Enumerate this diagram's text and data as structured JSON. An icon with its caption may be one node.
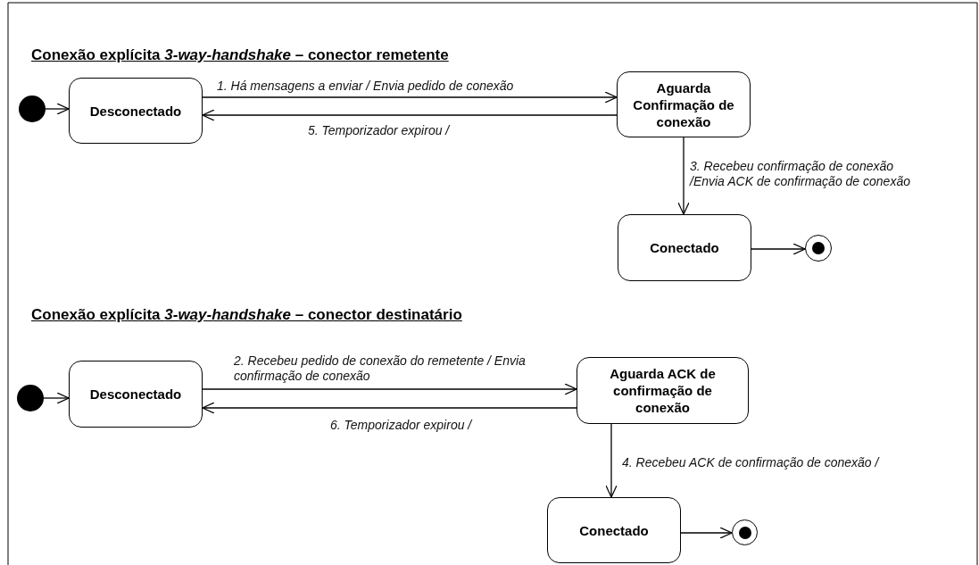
{
  "diagram": {
    "nodes": [
      {
        "text": [],
        "shape": "circle"
      },
      {
        "text": [
          "Desconectado"
        ]
      },
      {
        "text": [
          "Aguarda Confirmação de conexão"
        ]
      },
      {
        "text": [
          "Conectado"
        ]
      },
      {
        "text": [],
        "shape": "bullseye"
      },
      {
        "text": [],
        "shape": "circle"
      },
      {
        "text": [
          "Desconectado"
        ]
      },
      {
        "text": [
          "Aguarda ACK de confirmação de conexão"
        ]
      },
      {
        "text": [
          "Conectado"
        ]
      },
      {
        "text": [],
        "shape": "bullseye"
      }
    ],
    "edges": [
      {
        "from": 0,
        "to": 1,
        "arrow": "to"
      },
      {
        "from": 1,
        "to": 2,
        "arrow": "to",
        "label": "1. Há mensagens a enviar / Envia pedido de conexão"
      },
      {
        "from": 2,
        "to": 1,
        "arrow": "to",
        "label": "5. Temporizador expirou /"
      },
      {
        "from": 2,
        "to": 3,
        "arrow": "to",
        "label": "3. Recebeu confirmação de conexão /Envia ACK de confirmação de conexão"
      },
      {
        "from": 3,
        "to": 4,
        "arrow": "to"
      },
      {
        "from": 5,
        "to": 6,
        "arrow": "to"
      },
      {
        "from": 6,
        "to": 7,
        "arrow": "to",
        "label": "2. Recebeu pedido de conexão do remetente / Envia confirmação de conexão"
      },
      {
        "from": 7,
        "to": 6,
        "arrow": "to",
        "label": "6. Temporizador expirou /"
      },
      {
        "from": 7,
        "to": 8,
        "arrow": "to",
        "label": "4. Recebeu ACK de confirmação de conexão /"
      },
      {
        "from": 8,
        "to": 9,
        "arrow": "to"
      }
    ],
    "labels": [
      "Conexão explícita *3-way-handshake* – conector remetente",
      "Conexão explícita *3-way-handshake* – conector destinatário"
    ]
  }
}
